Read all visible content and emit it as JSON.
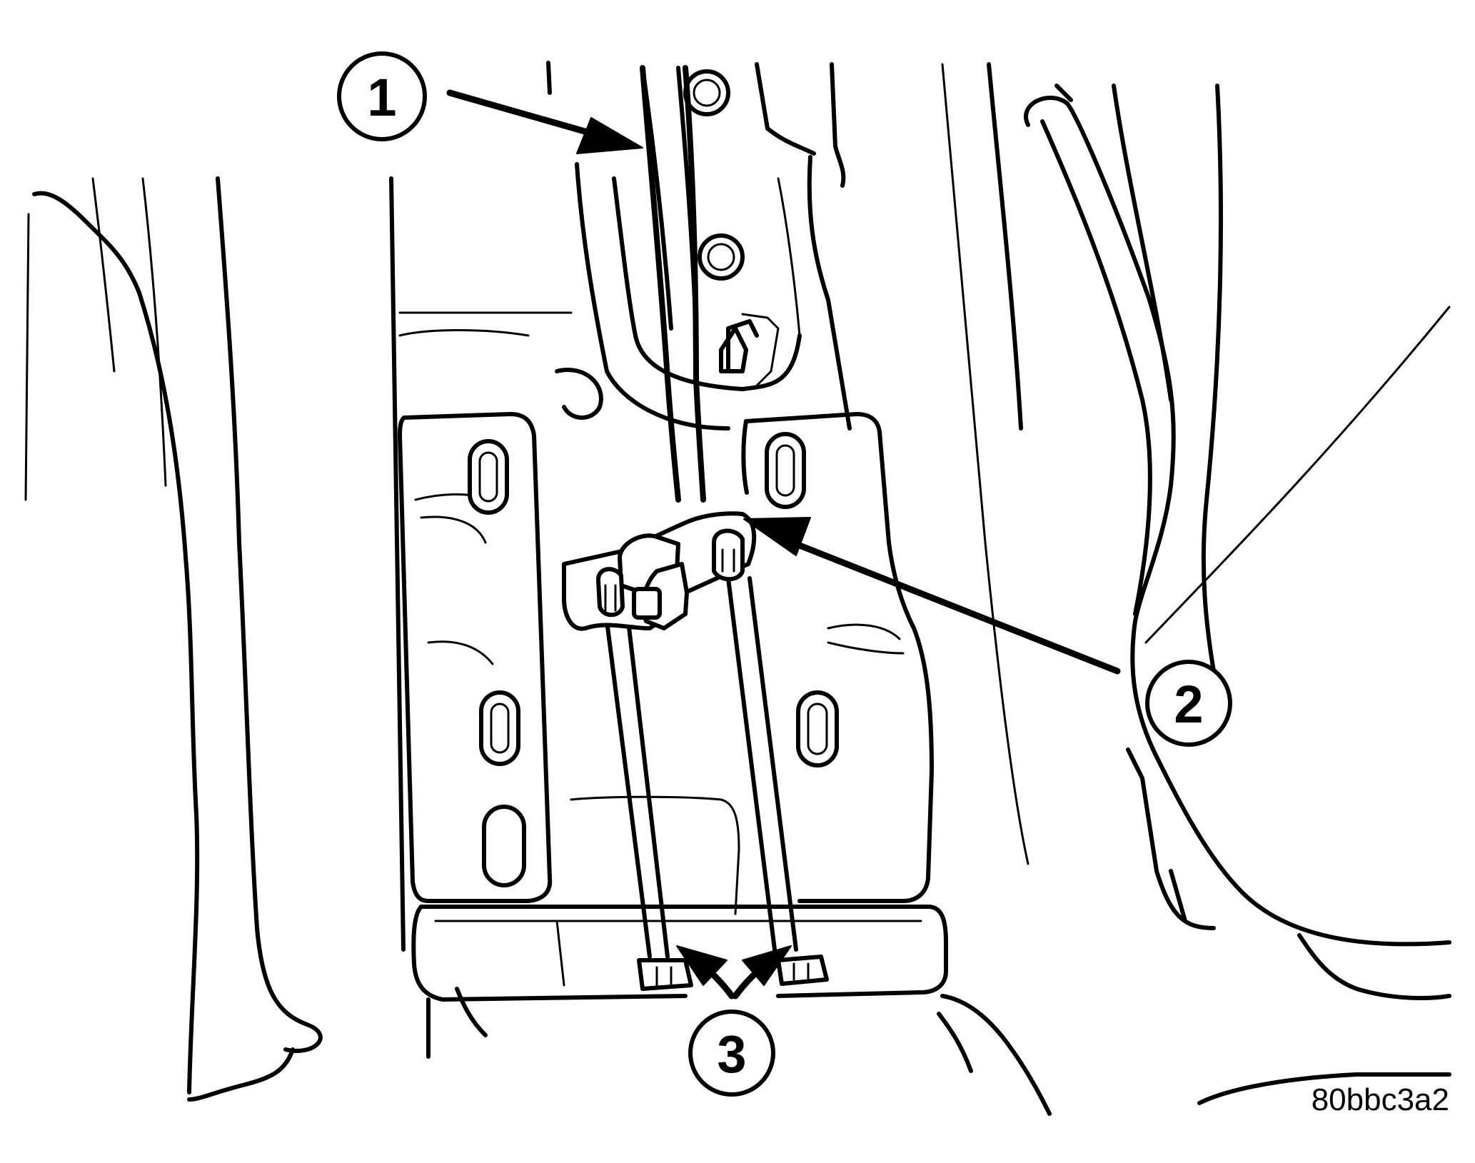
{
  "callouts": [
    {
      "id": "1",
      "label": "1"
    },
    {
      "id": "2",
      "label": "2"
    },
    {
      "id": "3",
      "label": "3"
    }
  ],
  "reference_code": "80bbc3a2",
  "colors": {
    "line": "#000000",
    "background": "#ffffff"
  }
}
